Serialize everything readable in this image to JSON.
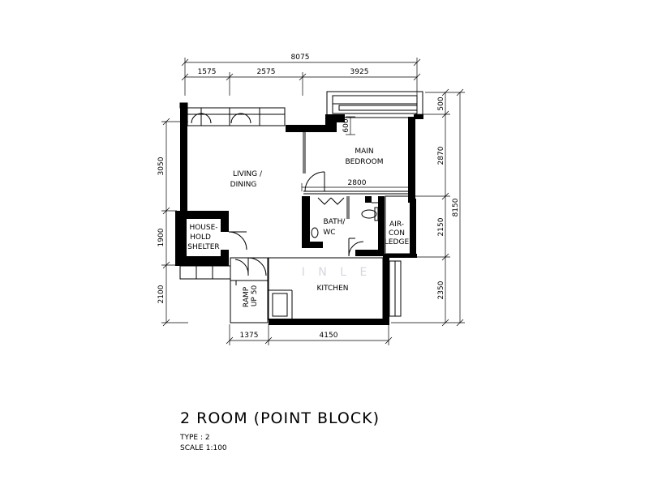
{
  "drawing": {
    "title": "2 ROOM (POINT BLOCK)",
    "type_label": "TYPE : 2",
    "scale_label": "SCALE  1:100"
  },
  "dimensions": {
    "overall_width": "8075",
    "top_segment_1": "1575",
    "top_segment_2": "2575",
    "top_segment_3": "3925",
    "left_1": "3050",
    "left_2": "1900",
    "left_3": "2100",
    "right_1": "500",
    "right_2": "2870",
    "right_3": "2150",
    "right_4": "2350",
    "overall_height": "8150",
    "bottom_1": "1375",
    "bottom_2": "4150",
    "inner_600": "600",
    "inner_2800": "2800",
    "ramp": "RAMP\nUP 50"
  },
  "rooms": {
    "living_line1": "LIVING /",
    "living_line2": "DINING",
    "bedroom_line1": "MAIN",
    "bedroom_line2": "BEDROOM",
    "bath_line1": "BATH/",
    "bath_line2": "WC",
    "shelter_line1": "HOUSE-",
    "shelter_line2": "HOLD",
    "shelter_line3": "SHELTER",
    "aircon_line1": "AIR-",
    "aircon_line2": "CON",
    "aircon_line3": "LEDGE",
    "kitchen": "KITCHEN"
  },
  "watermark": "I N L E"
}
